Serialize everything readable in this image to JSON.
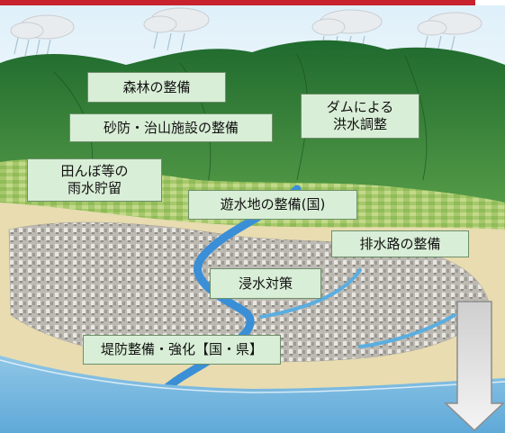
{
  "labels": {
    "forest": "森林の整備",
    "sabo": "砂防・治山施設の整備",
    "dam_line1": "ダムによる",
    "dam_line2": "洪水調整",
    "paddy_line1": "田んぼ等の",
    "paddy_line2": "雨水貯留",
    "retention": "遊水地の整備(国)",
    "drainage": "排水路の整備",
    "inundation": "浸水対策",
    "levee": "堤防整備・強化【国・県】"
  },
  "colors": {
    "label_fill": "#d8eed6",
    "label_border": "#6e8f6a",
    "mountain": "#2f7d3a",
    "river": "#3a8fd6",
    "sky": "#e8f4fb",
    "top_rule": "#c8222f"
  }
}
